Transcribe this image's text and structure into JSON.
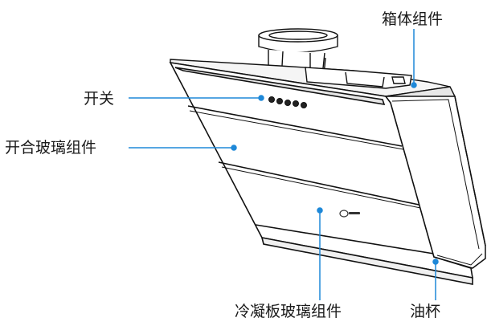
{
  "labels": {
    "box_assembly": "箱体组件",
    "switch": "开关",
    "open_close_glass": "开合玻璃组件",
    "cold_condense_glass": "冷凝板玻璃组件",
    "oil_cup": "油杯"
  },
  "colors": {
    "leader": "#1e88d8",
    "outline": "#111111",
    "glass_fill": "#ffffff",
    "shade": "#dcdcdc"
  },
  "icons": {
    "range_hood": "range-hood-illustration"
  }
}
